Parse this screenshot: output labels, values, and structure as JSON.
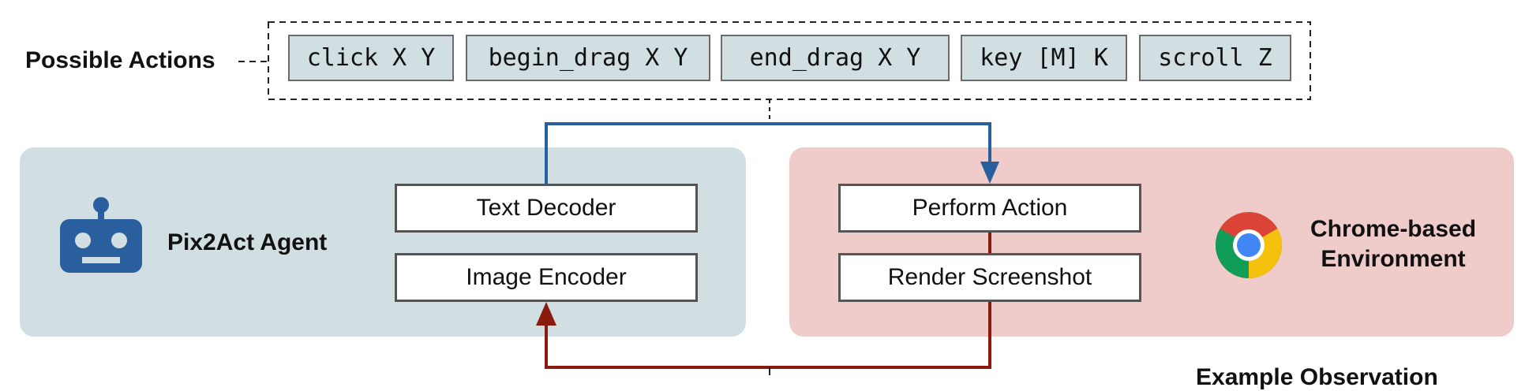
{
  "title": "Possible Actions",
  "actions": [
    "click X Y",
    "begin_drag X Y",
    "end_drag X Y",
    "key [M] K",
    "scroll Z"
  ],
  "agent": {
    "name": "Pix2Act Agent",
    "decoder": "Text Decoder",
    "encoder": "Image Encoder"
  },
  "environment": {
    "name_line1": "Chrome-based",
    "name_line2": "Environment",
    "perform": "Perform Action",
    "render": "Render Screenshot"
  },
  "footer_partial": "Example Observation",
  "colors": {
    "agent_panel": "#d1dfe3",
    "env_panel": "#efcbca",
    "action_arrow": "#2a5f9e",
    "observation_arrow": "#8b1a0e",
    "robot": "#2a5f9e"
  }
}
